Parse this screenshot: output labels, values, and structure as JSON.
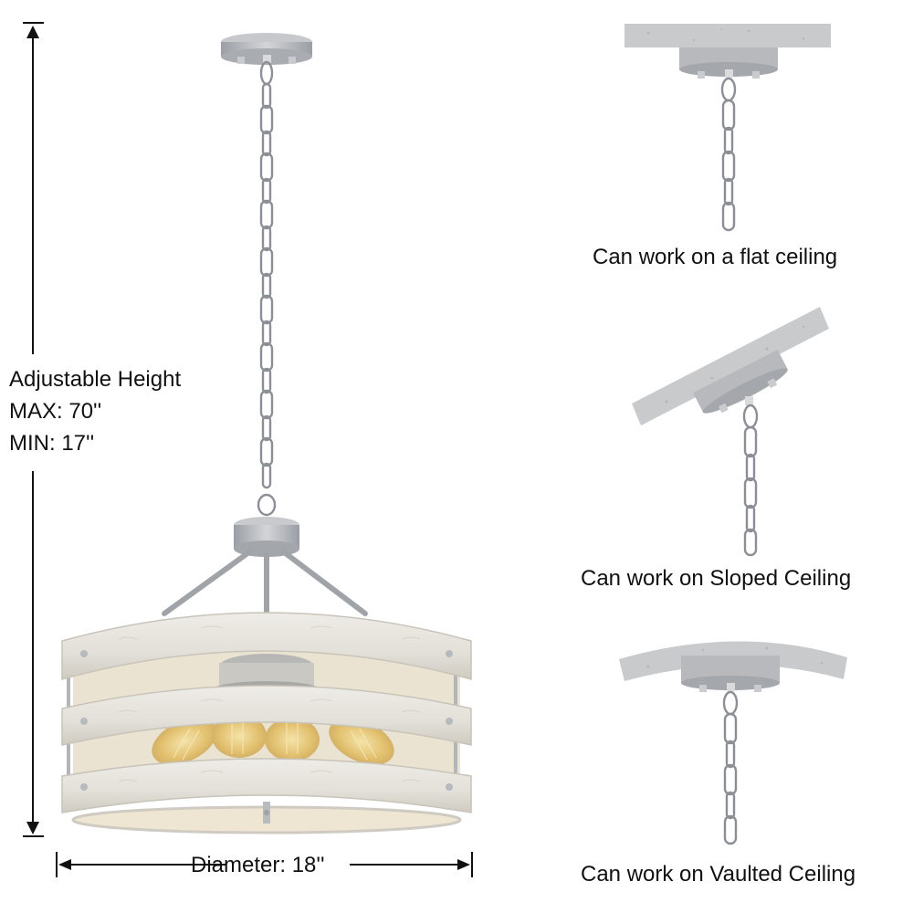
{
  "height_annotation": {
    "title": "Adjustable Height",
    "max": "MAX: 70''",
    "min": "MIN: 17''"
  },
  "diameter_annotation": {
    "label": "Diameter: 18''"
  },
  "mount_options": [
    {
      "caption": "Can work on a flat ceiling",
      "ceiling_type": "flat"
    },
    {
      "caption": "Can work on Sloped Ceiling",
      "ceiling_type": "sloped"
    },
    {
      "caption": "Can work on Vaulted Ceiling",
      "ceiling_type": "vaulted"
    }
  ],
  "colors": {
    "metal": "#b4b7bc",
    "metal_dark": "#8f9399",
    "wood_whitewash": "#e6e4de",
    "wood_edge": "#cfcbc2",
    "ceiling_texture": "#c9cacb",
    "bulb_glow": "#e8c774",
    "arrow": "#111111"
  }
}
